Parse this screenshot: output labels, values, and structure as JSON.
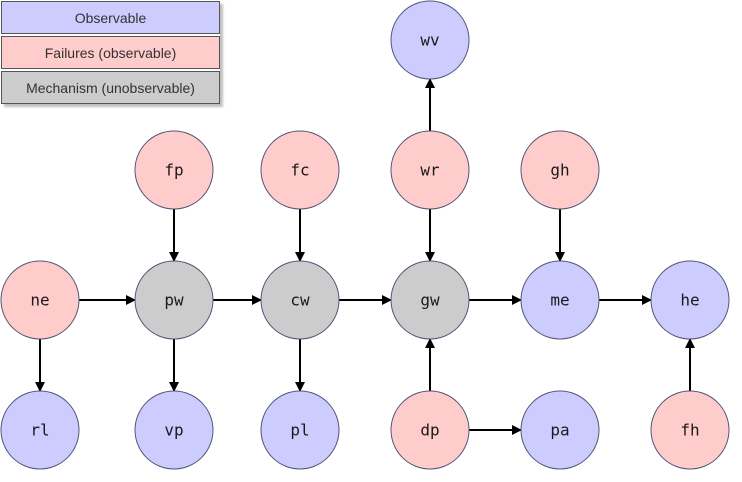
{
  "legend": {
    "items": [
      {
        "label": "Observable",
        "color": "#ccccff"
      },
      {
        "label": "Failures (observable)",
        "color": "#ffcccc"
      },
      {
        "label": "Mechanism (unobservable)",
        "color": "#cccccc"
      }
    ]
  },
  "colors": {
    "observable": "#ccccff",
    "failure": "#ffcccc",
    "mechanism": "#cccccc",
    "node_stroke": "#555577",
    "edge": "#000000"
  },
  "nodes": [
    {
      "id": "wv",
      "label": "wv",
      "kind": "observable"
    },
    {
      "id": "fp",
      "label": "fp",
      "kind": "failure"
    },
    {
      "id": "fc",
      "label": "fc",
      "kind": "failure"
    },
    {
      "id": "wr",
      "label": "wr",
      "kind": "failure"
    },
    {
      "id": "gh",
      "label": "gh",
      "kind": "failure"
    },
    {
      "id": "ne",
      "label": "ne",
      "kind": "failure"
    },
    {
      "id": "pw",
      "label": "pw",
      "kind": "mechanism"
    },
    {
      "id": "cw",
      "label": "cw",
      "kind": "mechanism"
    },
    {
      "id": "gw",
      "label": "gw",
      "kind": "mechanism"
    },
    {
      "id": "me",
      "label": "me",
      "kind": "observable"
    },
    {
      "id": "he",
      "label": "he",
      "kind": "observable"
    },
    {
      "id": "rl",
      "label": "rl",
      "kind": "observable"
    },
    {
      "id": "vp",
      "label": "vp",
      "kind": "observable"
    },
    {
      "id": "pl",
      "label": "pl",
      "kind": "observable"
    },
    {
      "id": "dp",
      "label": "dp",
      "kind": "failure"
    },
    {
      "id": "pa",
      "label": "pa",
      "kind": "observable"
    },
    {
      "id": "fh",
      "label": "fh",
      "kind": "failure"
    }
  ],
  "edges": [
    {
      "from": "ne",
      "to": "pw"
    },
    {
      "from": "pw",
      "to": "cw"
    },
    {
      "from": "cw",
      "to": "gw"
    },
    {
      "from": "gw",
      "to": "me"
    },
    {
      "from": "me",
      "to": "he"
    },
    {
      "from": "fp",
      "to": "pw"
    },
    {
      "from": "fc",
      "to": "cw"
    },
    {
      "from": "wr",
      "to": "gw"
    },
    {
      "from": "wr",
      "to": "wv"
    },
    {
      "from": "gh",
      "to": "me"
    },
    {
      "from": "ne",
      "to": "rl"
    },
    {
      "from": "pw",
      "to": "vp"
    },
    {
      "from": "cw",
      "to": "pl"
    },
    {
      "from": "dp",
      "to": "gw"
    },
    {
      "from": "dp",
      "to": "pa"
    },
    {
      "from": "fh",
      "to": "he"
    }
  ]
}
